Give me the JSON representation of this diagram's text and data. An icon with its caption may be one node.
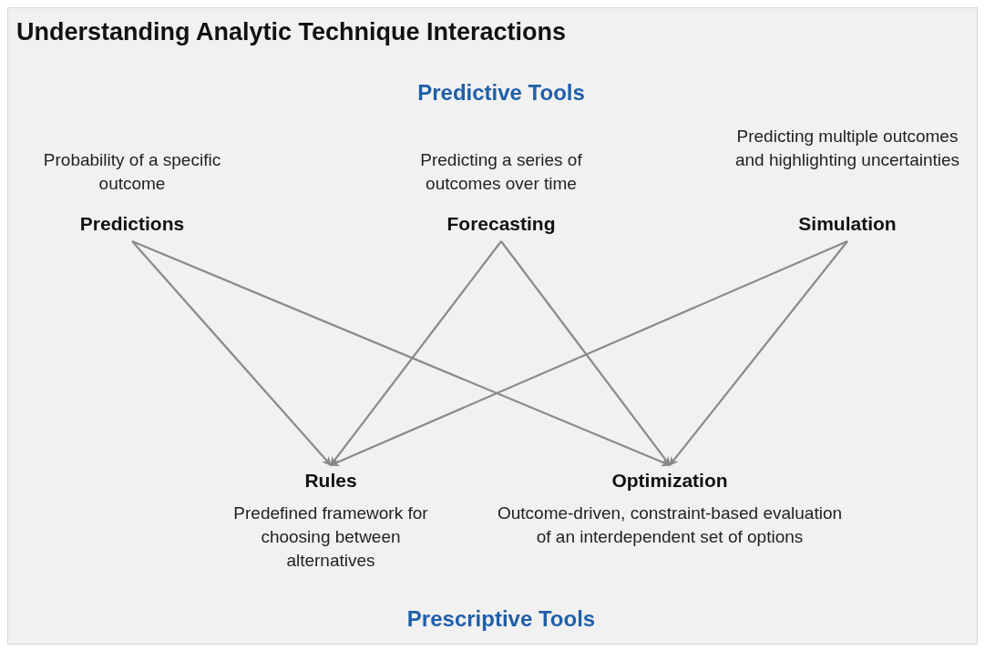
{
  "diagram": {
    "title": "Understanding Analytic Technique Interactions",
    "nodes": [
      {
        "text": [
          "Predictions"
        ],
        "beside": [
          "Probability of a specific outcome"
        ]
      },
      {
        "text": [
          "Forecasting"
        ],
        "beside": [
          "Predicting a series of outcomes over time"
        ]
      },
      {
        "text": [
          "Simulation"
        ],
        "beside": [
          "Predicting multiple outcomes and highlighting uncertainties"
        ]
      },
      {
        "text": [
          "Rules"
        ],
        "beside": [
          "Predefined framework for choosing between alternatives"
        ]
      },
      {
        "text": [
          "Optimization"
        ],
        "beside": [
          "Outcome-driven, constraint-based evaluation of an interdependent set of options"
        ]
      }
    ],
    "edges": [
      {
        "from": 0,
        "to": 3,
        "arrow": "to"
      },
      {
        "from": 0,
        "to": 4,
        "arrow": "to"
      },
      {
        "from": 1,
        "to": 3,
        "arrow": "to"
      },
      {
        "from": 1,
        "to": 4,
        "arrow": "to"
      },
      {
        "from": 2,
        "to": 3,
        "arrow": "to"
      },
      {
        "from": 2,
        "to": 4,
        "arrow": "to"
      }
    ],
    "labels": [
      "Predictive Tools",
      "Prescriptive Tools"
    ]
  }
}
